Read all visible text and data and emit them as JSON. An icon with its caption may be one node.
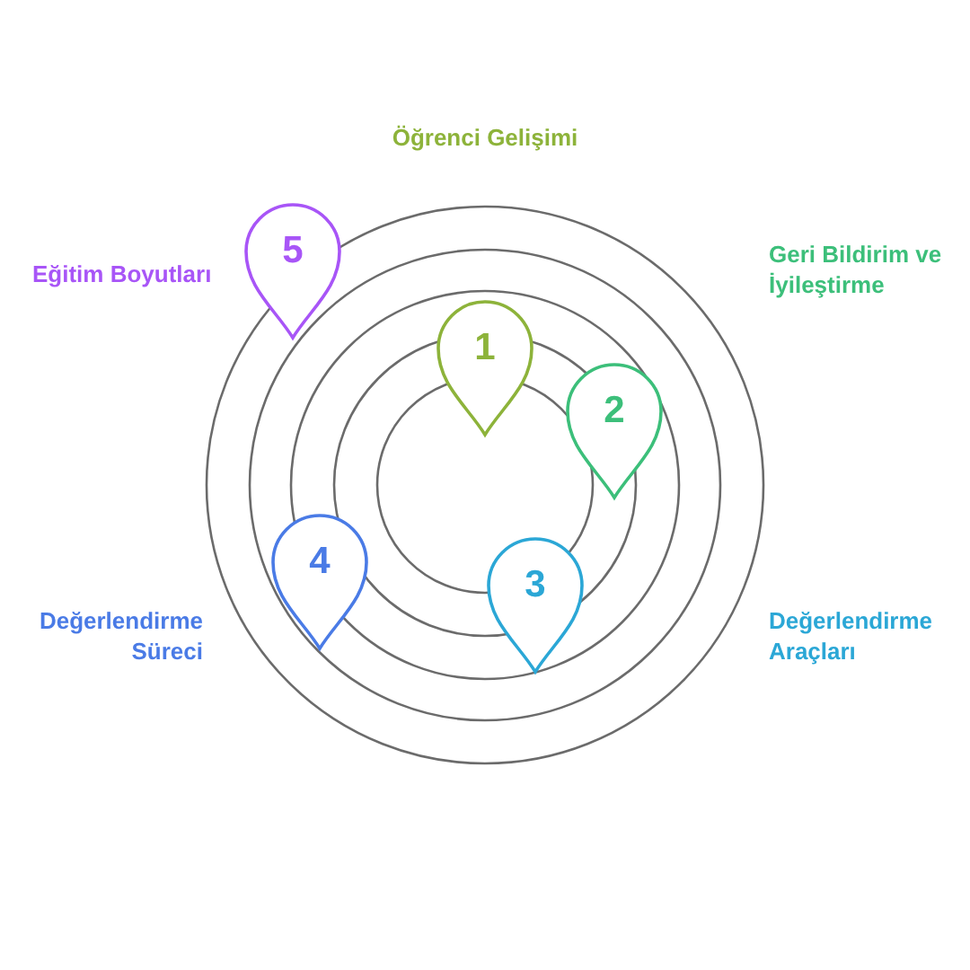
{
  "diagram": {
    "nodes": [
      {
        "text": [
          "5"
        ]
      },
      {
        "text": [
          "1"
        ]
      },
      {
        "text": [
          "2"
        ]
      },
      {
        "text": [
          "4"
        ]
      },
      {
        "text": [
          "3"
        ]
      }
    ],
    "labels": [
      "Öğrenci Gelişimi",
      "Eğitim Boyutları",
      "Geri Bildirim ve İyileştirme",
      "Değerlendirme Süreci",
      "Değerlendirme Araçları"
    ]
  }
}
